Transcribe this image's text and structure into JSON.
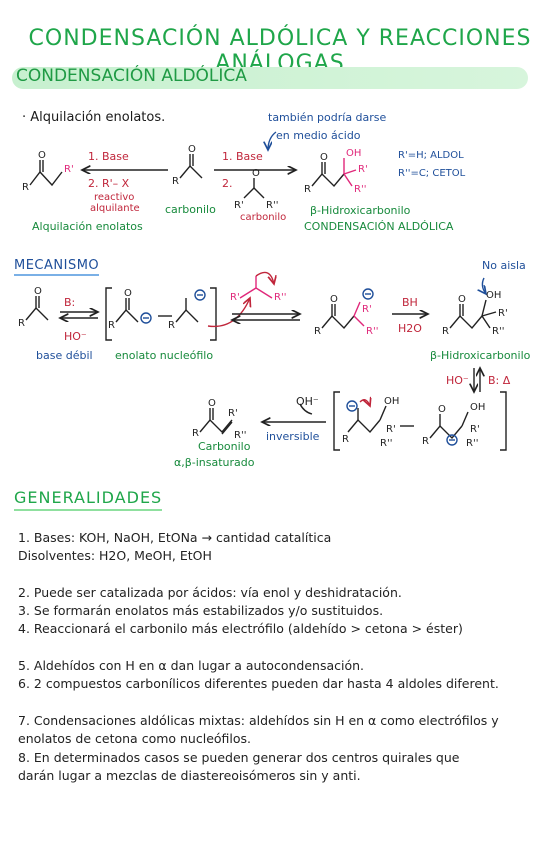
{
  "title": "CONDENSACIÓN ALDÓLICA Y REACCIONES ANÁLOGAS",
  "subtitle": "CONDENSACIÓN ALDÓLICA",
  "top": {
    "bullet": "· Alquilación enolatos.",
    "also": "también podría darse",
    "medium": "en medio ácido",
    "left_base": "1. Base",
    "left_rx": "2. R'– X",
    "reagent1": "reactivo",
    "reagent2": "alquilante",
    "carbonilo": "carbonilo",
    "right_base": "1. Base",
    "right_2": "2.",
    "carbonilo2": "carbonilo",
    "left_product": "Alquilación enolatos",
    "right_product1": "β-Hidroxicarbonilo",
    "right_product2": "CONDENSACIÓN ALDÓLICA",
    "aldol": "R'=H; ALDOL",
    "cetol": "R''=C; CETOL"
  },
  "mech": {
    "header": "MECANISMO",
    "base_b": "B:",
    "ho": "HO⁻",
    "weak_base": "base débil",
    "enolate": "enolato nucleófilo",
    "bh": "BH",
    "h2o": "H2O",
    "no_aisla": "No aisla",
    "hydroxy": "β-Hidroxicarbonilo",
    "ho2": "HO⁻",
    "b2": "B: Δ",
    "oh_minus": "OH⁻",
    "inversible": "inversible",
    "carbonyl": "Carbonilo",
    "unsat": "α,β-insaturado"
  },
  "gen": {
    "header": "GENERALIDADES",
    "items": [
      "1. Bases: KOH, NaOH, EtONa → cantidad catalítica",
      "    Disolventes: H2O, MeOH, EtOH",
      "2. Puede ser catalizada por ácidos: vía enol y deshidratación.",
      "3. Se formarán enolatos más estabilizados y/o sustituidos.",
      "4. Reaccionará el carbonilo más electrófilo (aldehído > cetona > éster)",
      "5. Aldehídos con H en α dan lugar a autocondensación.",
      "6. 2 compuestos carbonílicos diferentes pueden dar hasta 4 aldoles diferent.",
      "7. Condensaciones aldólicas mixtas: aldehídos sin H en α como electrófilos y",
      "    enolatos de cetona como nucleófilos.",
      "8. En determinados casos se pueden generar dos centros quirales que",
      "    darán lugar a mezclas de diastereoisómeros sin y anti."
    ]
  },
  "colors": {
    "green": "#1fa64a",
    "red": "#c0263b",
    "blue": "#1f4f9a",
    "magenta": "#e0287a"
  }
}
